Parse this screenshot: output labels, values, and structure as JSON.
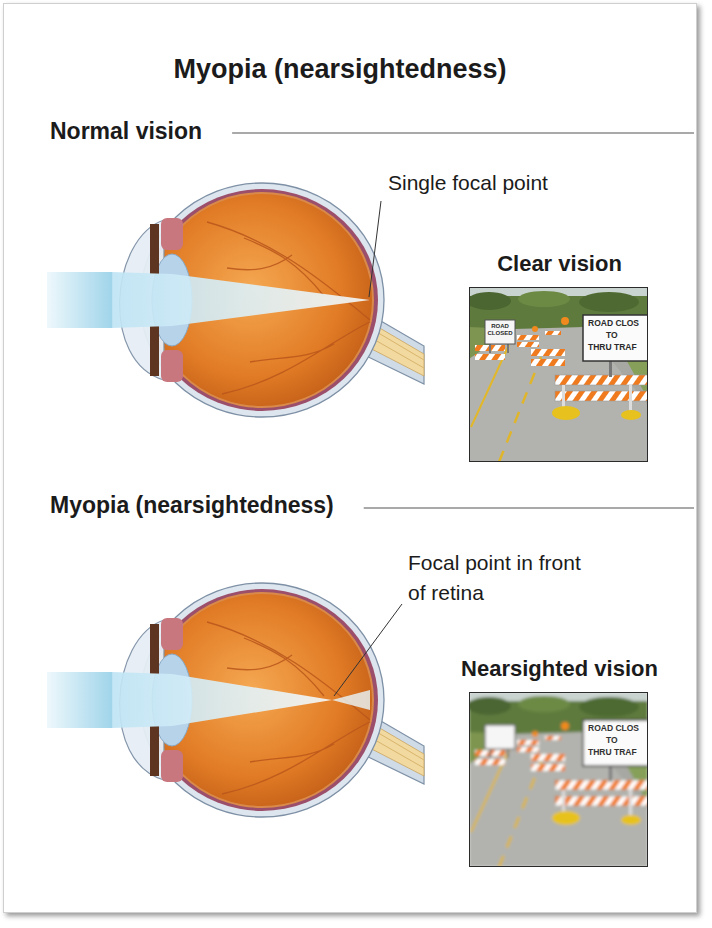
{
  "diagram": {
    "title": "Myopia (nearsightedness)",
    "nodes": [
      {
        "text": [
          "Clear vision"
        ]
      },
      {
        "text": [
          "Nearsighted vision"
        ]
      }
    ],
    "labels": [
      "Normal vision",
      "Single focal point",
      "ROAD CLOSED",
      "ROAD CLOS",
      "TO",
      "THRU TRAF",
      "Myopia (nearsightedness)",
      "Focal point in front of retina",
      "ROAD CLOS",
      "TO",
      "THRU TRAF"
    ]
  }
}
